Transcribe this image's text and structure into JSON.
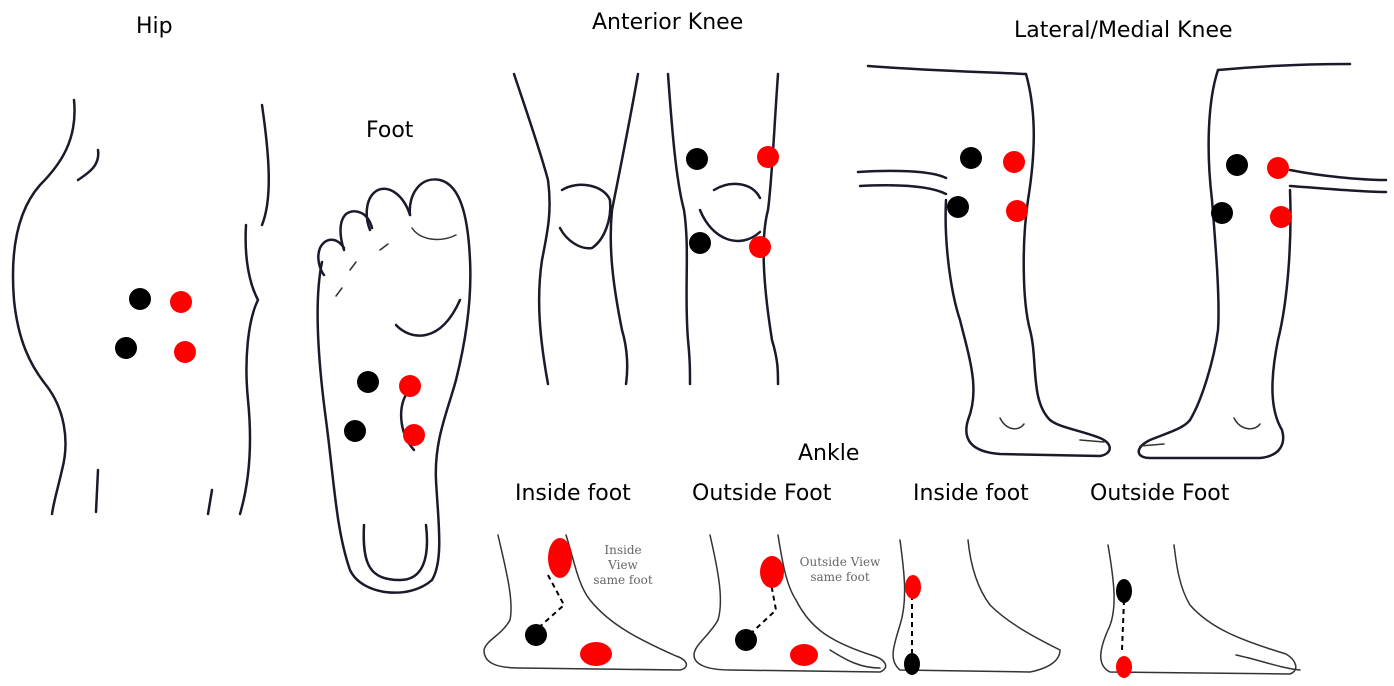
{
  "titles": {
    "hip": "Hip",
    "foot": "Foot",
    "anterior_knee": "Anterior Knee",
    "lateral_medial_knee": "Lateral/Medial Knee",
    "ankle": "Ankle"
  },
  "ankle_views": {
    "inside_foot_1": "Inside foot",
    "outside_foot_1": "Outside Foot",
    "inside_foot_2": "Inside foot",
    "outside_foot_2": "Outside Foot"
  },
  "inset_captions": {
    "inside_view": "Inside View same foot",
    "outside_view": "Outside View same foot"
  },
  "colors": {
    "marker_a": "#000000",
    "marker_b": "#ff0000"
  }
}
